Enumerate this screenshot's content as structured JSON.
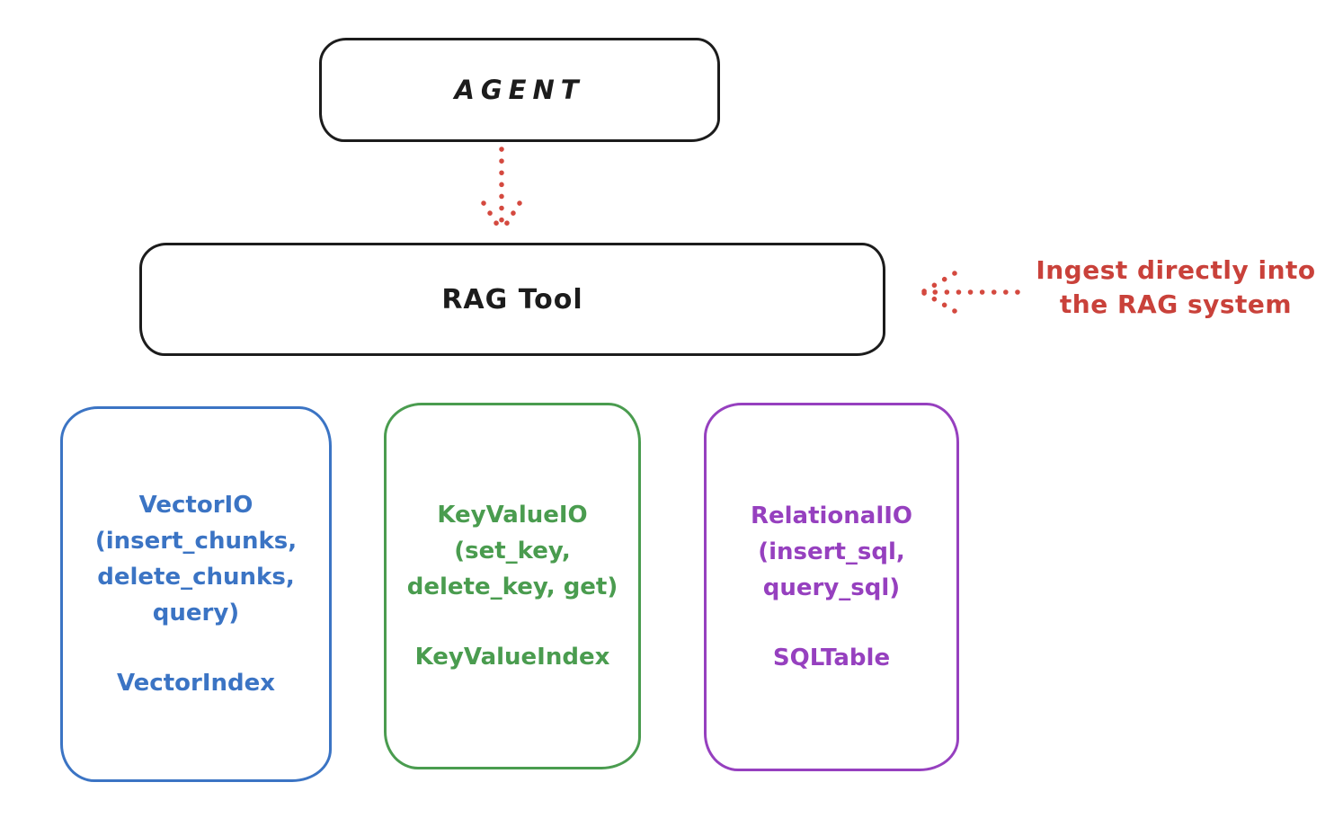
{
  "diagram": {
    "nodes": {
      "agent": {
        "label": "AGENT"
      },
      "rag_tool": {
        "label": "RAG Tool"
      }
    },
    "annotation": {
      "line1": "Ingest directly into",
      "line2": "the RAG system"
    },
    "io_boxes": [
      {
        "id": "vector-io",
        "lines": [
          "VectorIO",
          "(insert_chunks,",
          "delete_chunks,",
          "query)"
        ],
        "index_label": "VectorIndex",
        "color": "#3b74c4"
      },
      {
        "id": "keyvalue-io",
        "lines": [
          "KeyValueIO",
          "(set_key,",
          "delete_key, get)"
        ],
        "index_label": "KeyValueIndex",
        "color": "#4a9c4f"
      },
      {
        "id": "relational-io",
        "lines": [
          "RelationalIO",
          "(insert_sql,",
          "query_sql)"
        ],
        "index_label": "SQLTable",
        "color": "#9640bf"
      }
    ],
    "arrow_color": "#d4493f",
    "annotation_color": "#c9413a",
    "node_stroke_color": "#1c1c1c"
  }
}
